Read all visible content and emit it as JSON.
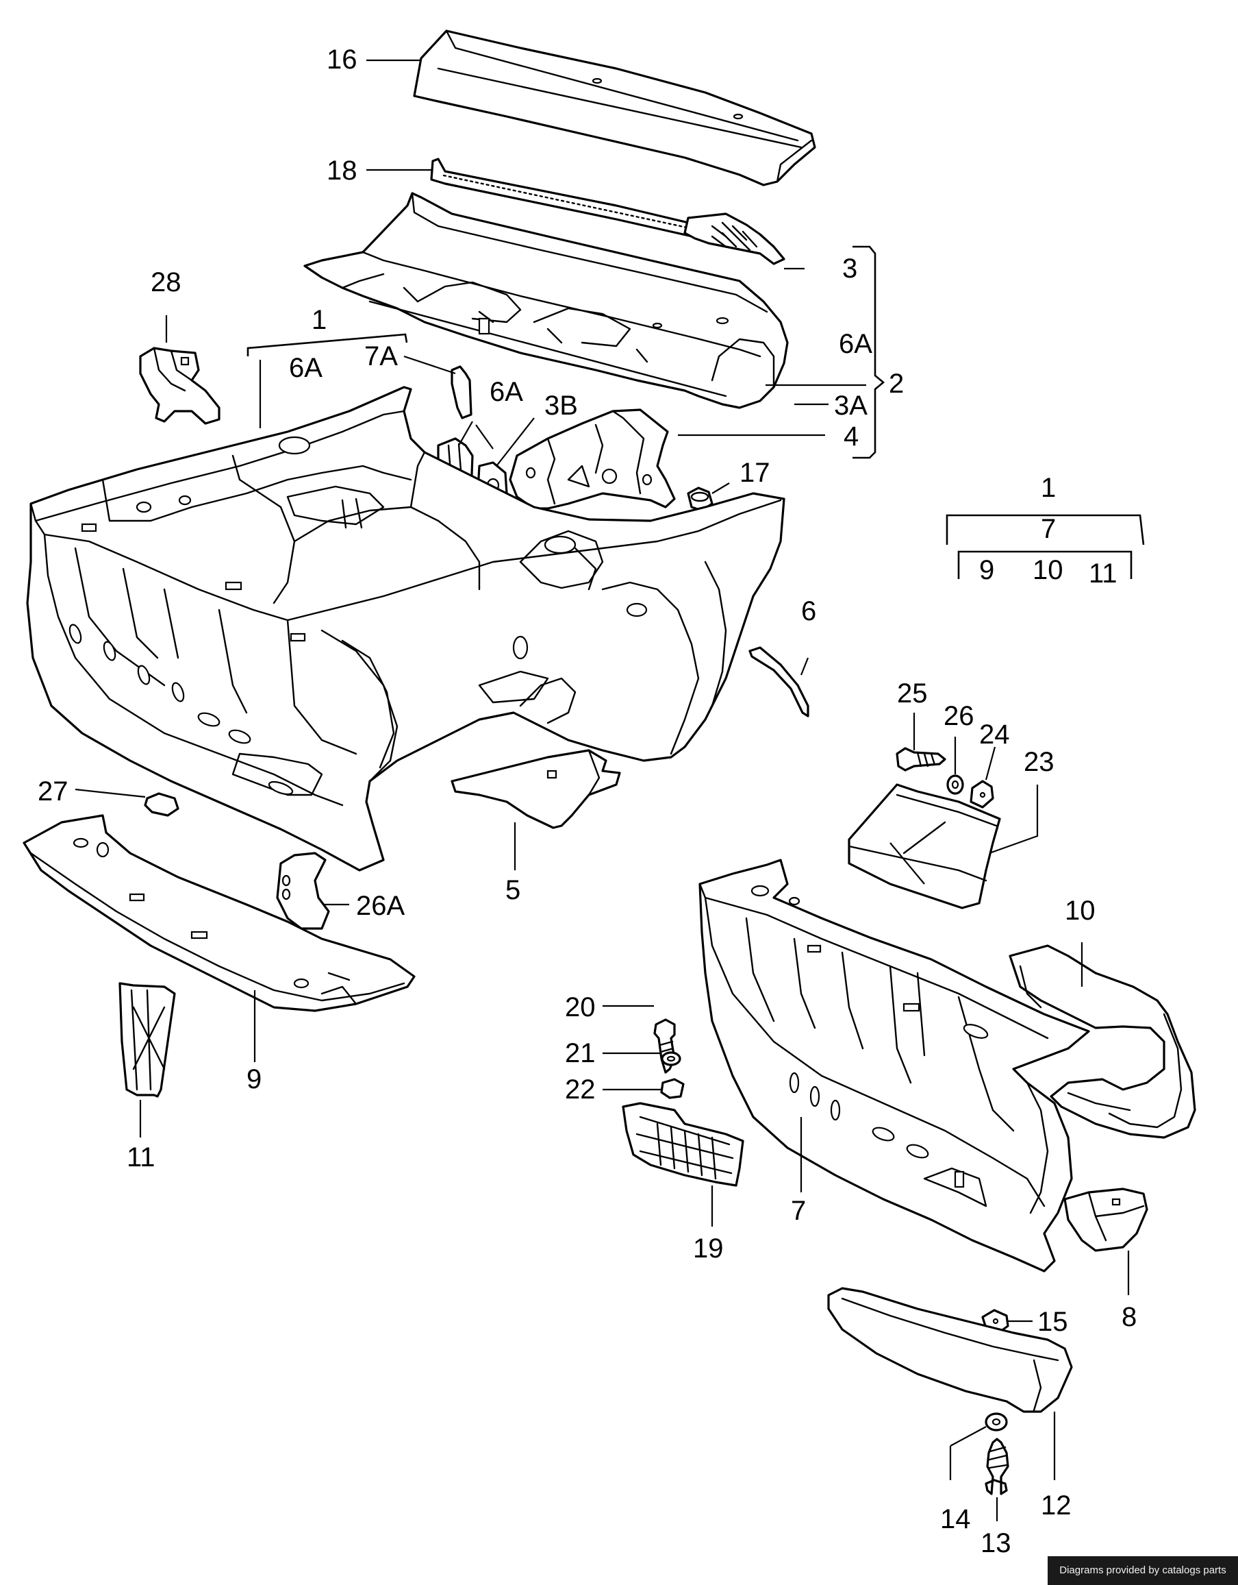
{
  "labels": {
    "p16": "16",
    "p18": "18",
    "p3": "3",
    "p28": "28",
    "p1_top": "1",
    "p6A_left": "6A",
    "p7A": "7A",
    "p6A_mid": "6A",
    "p3B": "3B",
    "p6A_right": "6A",
    "p2": "2",
    "p3A": "3A",
    "p4": "4",
    "p17": "17",
    "p1_right": "1",
    "p7_right": "7",
    "p9_group": "9",
    "p10_group": "10",
    "p11_group": "11",
    "p6": "6",
    "p25": "25",
    "p26": "26",
    "p24": "24",
    "p23": "23",
    "p27": "27",
    "p26A": "26A",
    "p5": "5",
    "p10": "10",
    "p20": "20",
    "p21": "21",
    "p22": "22",
    "p9": "9",
    "p11": "11",
    "p19": "19",
    "p7": "7",
    "p8": "8",
    "p15": "15",
    "p14": "14",
    "p13": "13",
    "p12": "12"
  },
  "footer": {
    "text": "Diagrams provided by catalogs parts"
  }
}
